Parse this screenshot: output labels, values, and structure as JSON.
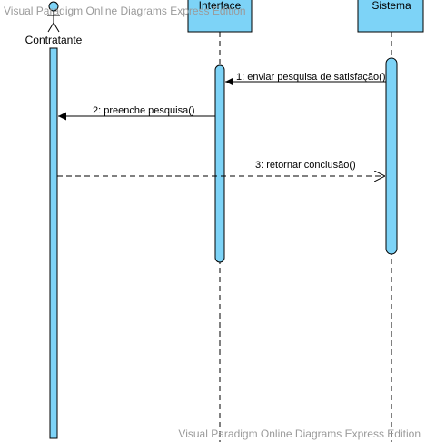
{
  "watermark": {
    "top": "Visual Paradigm Online Diagrams Express Edition",
    "bottom": "Visual Paradigm Online Diagrams Express Edition"
  },
  "participants": {
    "actor": "Contratante",
    "interface": "Interface",
    "system": "Sistema"
  },
  "messages": {
    "m1": "1: enviar pesquisa de satisfação()",
    "m2": "2: preenche pesquisa()",
    "m3": "3: retornar conclusão()"
  },
  "colors": {
    "fill": "#7dd3f7",
    "stroke": "#000000",
    "watermark": "#9a9a9a"
  }
}
